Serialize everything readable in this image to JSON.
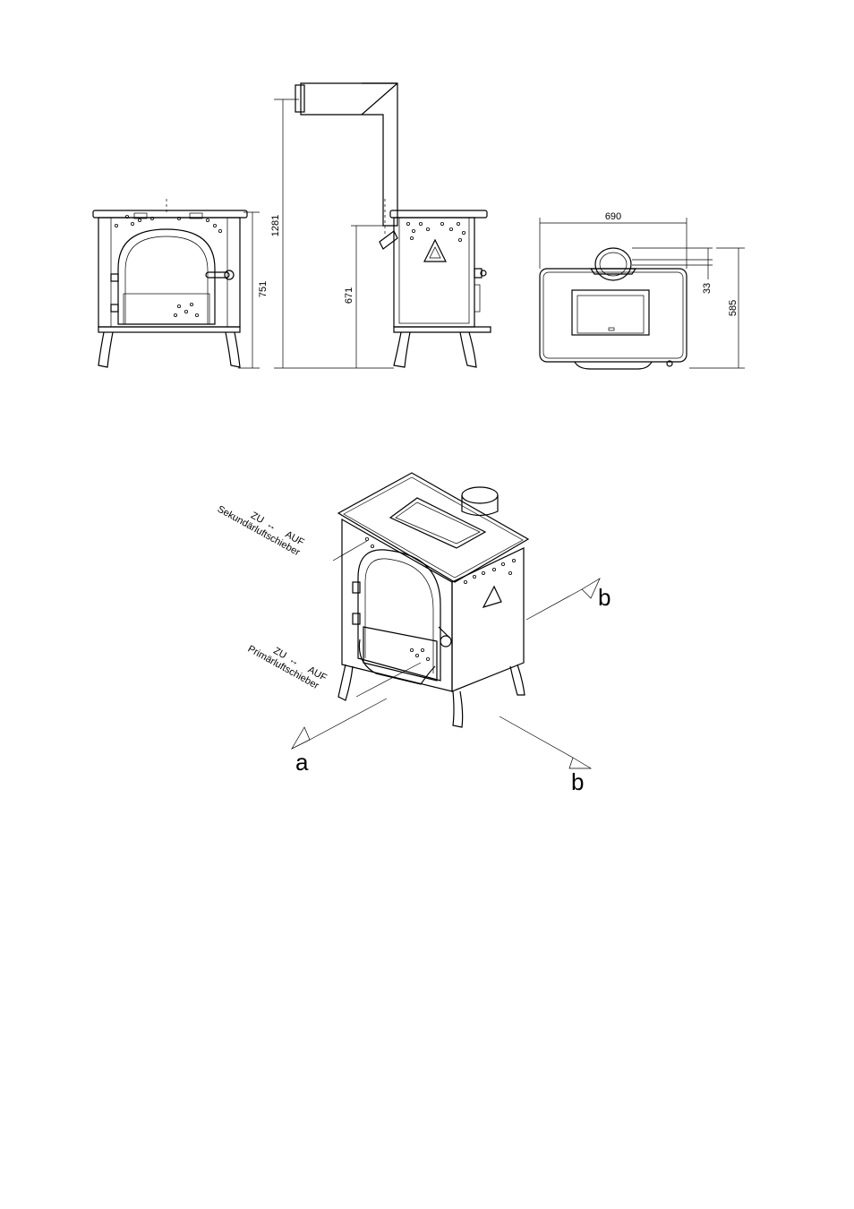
{
  "dimensions": {
    "front_height": "751",
    "total_height": "1281",
    "outlet_height": "671",
    "width": "690",
    "depth": "585",
    "flue_offset": "33"
  },
  "secondary_air": {
    "close": "ZU",
    "open": "AUF",
    "label": "Sekundärluftschieber"
  },
  "primary_air": {
    "close": "ZU",
    "open": "AUF",
    "label": "Primärluftschieber"
  },
  "clearances": {
    "front": "a",
    "side_top": "b",
    "side_bottom": "b"
  }
}
